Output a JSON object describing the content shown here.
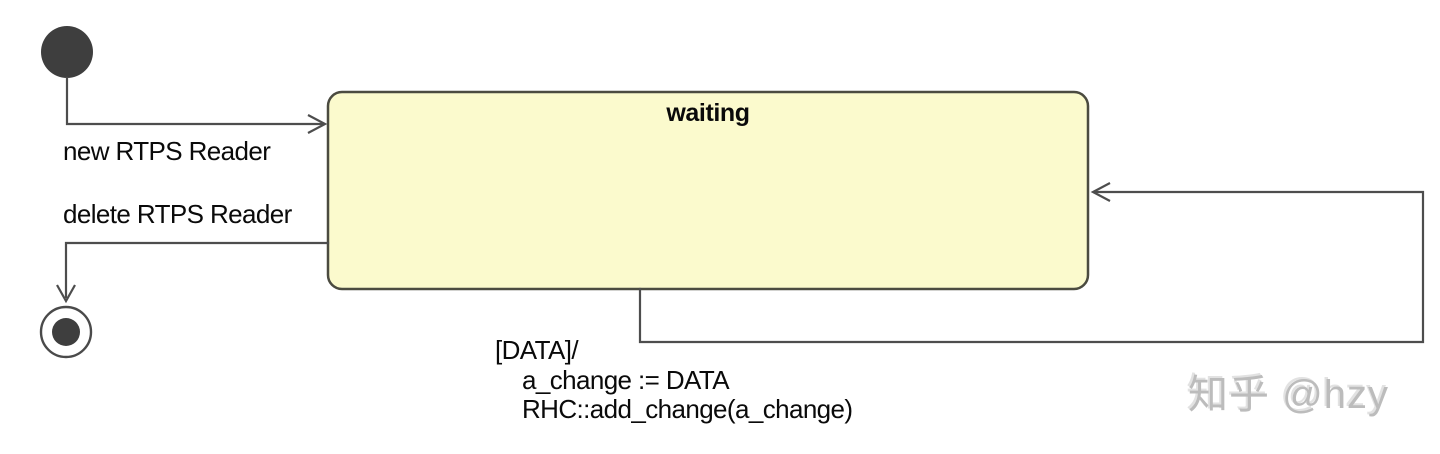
{
  "diagram": {
    "states": {
      "waiting": {
        "label": "waiting"
      }
    },
    "transitions": {
      "create": {
        "event": "new RTPS Reader"
      },
      "delete": {
        "event": "delete RTPS Reader"
      },
      "receive_data": {
        "guard": "[DATA]/",
        "actions": [
          "a_change := DATA",
          "RHC::add_change(a_change)"
        ]
      }
    }
  },
  "watermark": {
    "text": "知乎 @hzy"
  },
  "colors": {
    "state_fill": "#FBFACD",
    "state_border": "#4B4B40",
    "line": "#4D4D4D",
    "node_fill": "#3E3E3E",
    "text": "#0A0A0A",
    "watermark": "#BCBCBC"
  }
}
